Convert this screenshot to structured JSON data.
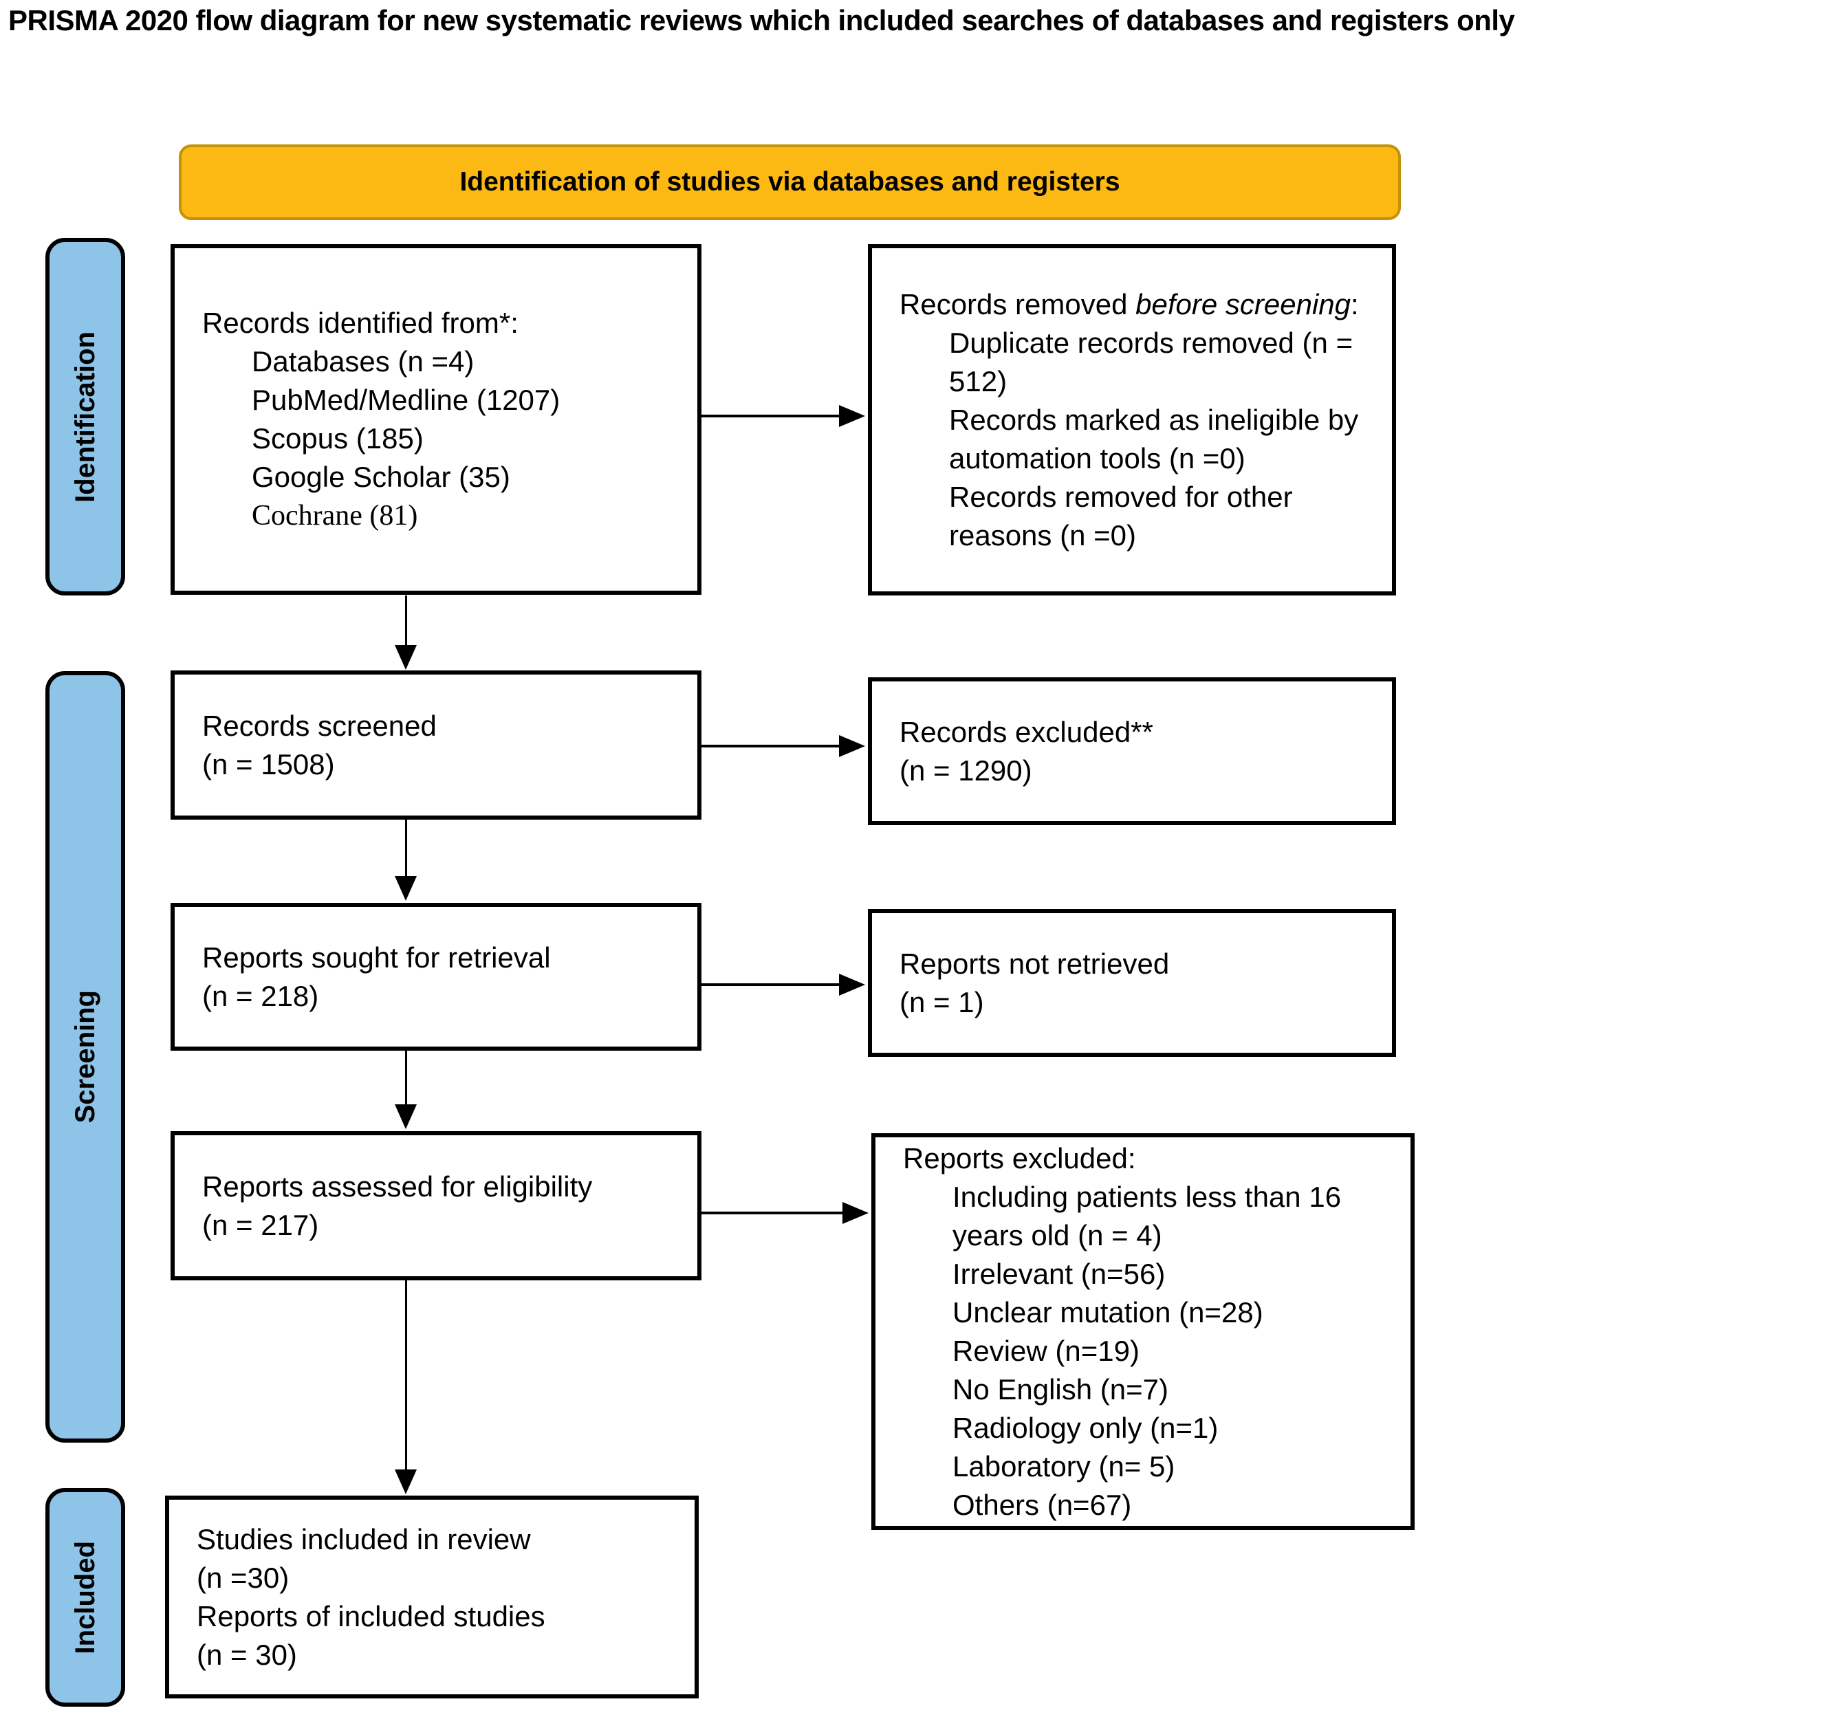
{
  "title": "PRISMA 2020 flow diagram for new systematic reviews which included searches of databases and registers only",
  "banner": {
    "label": "Identification of studies via databases and registers",
    "fill_color": "#FCB813",
    "border_color": "#C49209"
  },
  "colors": {
    "sidebar_fill": "#8EC4E8",
    "box_border": "#000000",
    "background": "#FFFFFF"
  },
  "sidebar": {
    "identification": "Identification",
    "screening": "Screening",
    "included": "Included"
  },
  "boxes": {
    "records_identified": {
      "title": "Records identified from*:",
      "items": [
        "Databases (n =4)",
        "PubMed/Medline (1207)",
        "Scopus (185)",
        "Google Scholar (35)",
        "Cochrane (81)"
      ]
    },
    "records_removed": {
      "title_prefix": "Records removed ",
      "title_italic": "before screening",
      "title_suffix": ":",
      "items": [
        "Duplicate records removed (n = 512)",
        "Records marked as ineligible by automation tools (n =0)",
        "Records removed for other reasons (n =0)"
      ]
    },
    "records_screened": {
      "line1": "Records screened",
      "line2": "(n = 1508)"
    },
    "records_excluded": {
      "line1": "Records excluded**",
      "line2": "(n = 1290)"
    },
    "reports_sought": {
      "line1": "Reports sought for retrieval",
      "line2": "(n = 218)"
    },
    "reports_not_retrieved": {
      "line1": "Reports not retrieved",
      "line2": "(n = 1)"
    },
    "reports_assessed": {
      "line1": "Reports assessed for eligibility",
      "line2": "(n = 217)"
    },
    "reports_excluded": {
      "title": "Reports excluded:",
      "items": [
        "Including patients less than 16 years old (n = 4)",
        "Irrelevant (n=56)",
        "Unclear mutation (n=28)",
        "Review (n=19)",
        "No English (n=7)",
        "Radiology only (n=1)",
        "Laboratory (n= 5)",
        "Others (n=67)"
      ]
    },
    "studies_included": {
      "line1": "Studies included in review",
      "line2": "(n =30)",
      "line3": "Reports of included studies",
      "line4": "(n = 30)"
    }
  }
}
